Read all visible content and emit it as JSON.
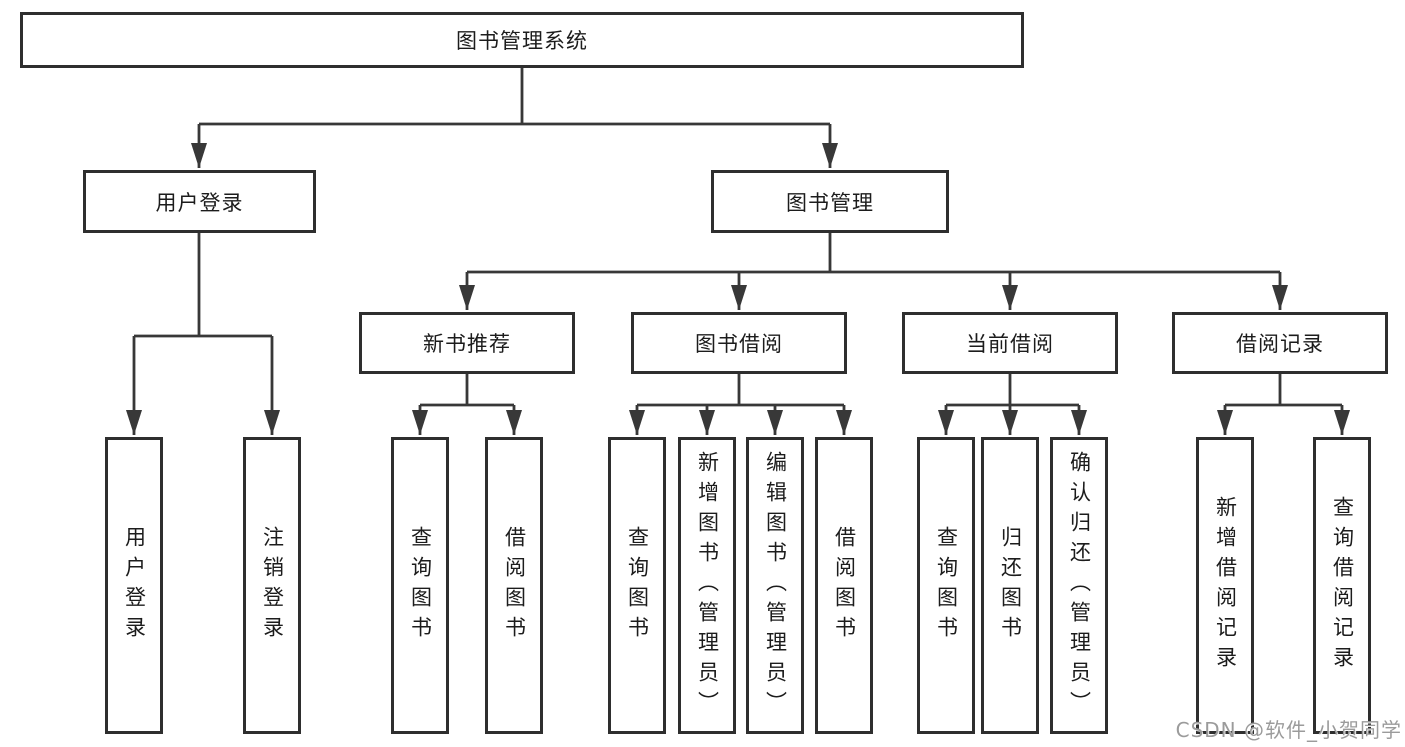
{
  "tree": {
    "root": {
      "label": "图书管理系统"
    },
    "branches": [
      {
        "label": "用户登录",
        "leaves": [
          {
            "label": "用户登录"
          },
          {
            "label": "注销登录"
          }
        ]
      },
      {
        "label": "图书管理",
        "groups": [
          {
            "label": "新书推荐",
            "leaves": [
              {
                "label": "查询图书"
              },
              {
                "label": "借阅图书"
              }
            ]
          },
          {
            "label": "图书借阅",
            "leaves": [
              {
                "label": "查询图书"
              },
              {
                "label": "新增图书（管理员）"
              },
              {
                "label": "编辑图书（管理员）"
              },
              {
                "label": "借阅图书"
              }
            ]
          },
          {
            "label": "当前借阅",
            "leaves": [
              {
                "label": "查询图书"
              },
              {
                "label": "归还图书"
              },
              {
                "label": "确认归还（管理员）"
              }
            ]
          },
          {
            "label": "借阅记录",
            "leaves": [
              {
                "label": "新增借阅记录"
              },
              {
                "label": "查询借阅记录"
              }
            ]
          }
        ]
      }
    ]
  },
  "watermark": {
    "text": "CSDN @软件_小贺同学"
  },
  "colors": {
    "background": "#ffffff",
    "line": "#383838",
    "border": "#2e2e2e",
    "text": "#1c1c1c",
    "watermark": "#9b9b9b"
  }
}
